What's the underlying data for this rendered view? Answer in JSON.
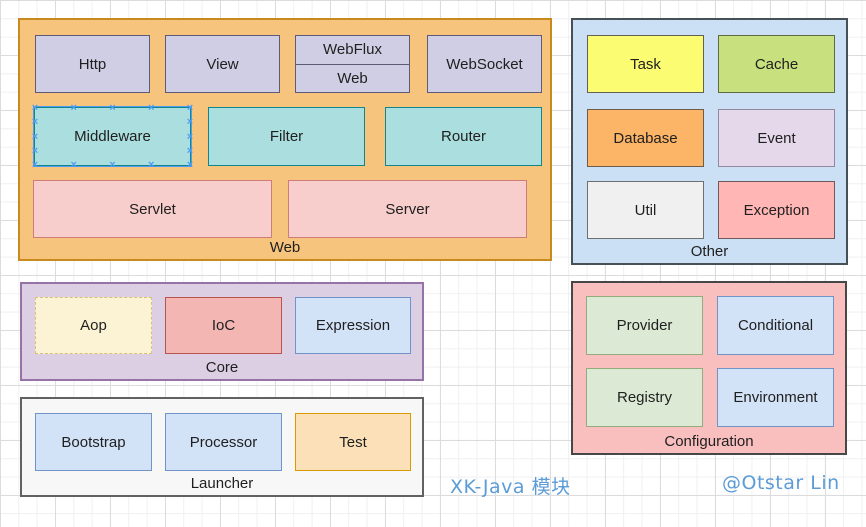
{
  "diagram": {
    "watermark": {
      "title": "XK-Java 模块",
      "author": "@Otstar Lin"
    },
    "groups": {
      "web": {
        "label": "Web",
        "cells": {
          "http": "Http",
          "view": "View",
          "webflux": "WebFlux",
          "web": "Web",
          "websocket": "WebSocket",
          "middleware": "Middleware",
          "filter": "Filter",
          "router": "Router",
          "servlet": "Servlet",
          "server": "Server"
        }
      },
      "other": {
        "label": "Other",
        "cells": {
          "task": "Task",
          "cache": "Cache",
          "database": "Database",
          "event": "Event",
          "util": "Util",
          "exception": "Exception"
        }
      },
      "core": {
        "label": "Core",
        "cells": {
          "aop": "Aop",
          "ioc": "IoC",
          "expression": "Expression"
        }
      },
      "launcher": {
        "label": "Launcher",
        "cells": {
          "bootstrap": "Bootstrap",
          "processor": "Processor",
          "test": "Test"
        }
      },
      "configuration": {
        "label": "Configuration",
        "cells": {
          "provider": "Provider",
          "conditional": "Conditional",
          "registry": "Registry",
          "environment": "Environment"
        }
      }
    },
    "selection": {
      "selected_cell": "Middleware"
    }
  },
  "colors": {
    "text": "#1f1f1f",
    "grid_major": "#dcdcdc",
    "grid_minor": "#f0f0f0",
    "selection": "#4f9cf0",
    "watermark": "#5c9cd6",
    "web_fill": "#f7c47e",
    "web_stroke": "#c8891d",
    "other_fill": "#cbdff5",
    "other_stroke": "#474f57",
    "core_fill": "#dccfe4",
    "core_stroke": "#9673a6",
    "launcher_fill": "#f7f7f7",
    "launcher_stroke": "#616161",
    "configuration_fill": "#f9bfbe",
    "configuration_stroke": "#474747",
    "lavender_fill": "#cfcee4",
    "lavender_stroke": "#5d5b77",
    "cyan_fill": "#abdedf",
    "cyan_stroke": "#0f858c",
    "redlight_fill": "#f8cecc",
    "redlight_stroke": "#cf7d78",
    "yellow_fill": "#fcfc72",
    "yellow_stroke": "#61615a",
    "greenbright_fill": "#c8e17e",
    "greenbright_stroke": "#5d6b42",
    "orangebright_fill": "#fcb467",
    "orangebright_stroke": "#6b5d49",
    "eventlav_fill": "#e4d8ea",
    "eventlav_stroke": "#94879e",
    "gray_fill": "#f0f0f0",
    "gray_stroke": "#6e6e6e",
    "pinkbright_fill": "#ffb6b5",
    "pinkbright_stroke": "#6e5a5a",
    "yellowpale_fill": "#fcf3d4",
    "yellowpale_stroke": "#d9bf77",
    "redmid_fill": "#f3b6b3",
    "redmid_stroke": "#b85450",
    "bluelight_fill": "#d2e2f7",
    "bluelight_stroke": "#7293c8",
    "orangepale_fill": "#fbe0b8",
    "orangepale_stroke": "#d79b00",
    "greenlight_fill": "#dcead5",
    "greenlight_stroke": "#93ac7e"
  }
}
